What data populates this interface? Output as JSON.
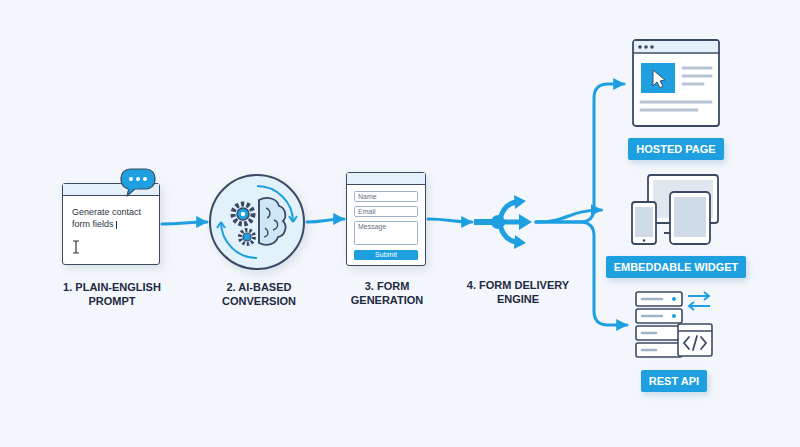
{
  "diagram": {
    "nodes": [
      {
        "text": [
          "Generate contact form fields",
          "1. PLAIN-ENGLISH PROMPT"
        ]
      },
      {
        "text": [
          "2. AI-BASED CONVERSION"
        ]
      },
      {
        "text": [
          "Name",
          "Email",
          "Message",
          "Submit",
          "3. FORM GENERATION"
        ]
      },
      {
        "text": [
          "4. FORM DELIVERY ENGINE"
        ]
      },
      {
        "text": [
          "HOSTED PAGE"
        ]
      },
      {
        "text": [
          "EMBEDDABLE WIDGET"
        ]
      },
      {
        "text": [
          "REST API"
        ]
      }
    ],
    "edges": [
      {
        "from": 0,
        "to": 1,
        "arrow": "to"
      },
      {
        "from": 1,
        "to": 2,
        "arrow": "to"
      },
      {
        "from": 2,
        "to": 3,
        "arrow": "to"
      },
      {
        "from": 3,
        "to": 4,
        "arrow": "to"
      },
      {
        "from": 3,
        "to": 5,
        "arrow": "to"
      },
      {
        "from": 3,
        "to": 6,
        "arrow": "to"
      }
    ]
  }
}
